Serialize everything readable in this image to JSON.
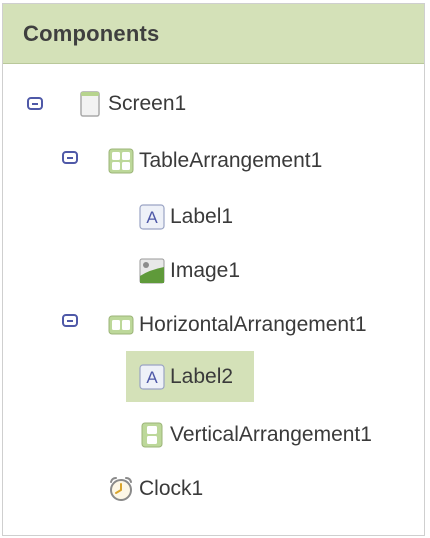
{
  "panel": {
    "title": "Components"
  },
  "tree": {
    "selected": "Label2",
    "nodes": [
      {
        "label": "Screen1",
        "icon": "screen-icon",
        "expanded": true
      },
      {
        "label": "TableArrangement1",
        "icon": "table-arrangement-icon",
        "expanded": true
      },
      {
        "label": "Label1",
        "icon": "label-icon"
      },
      {
        "label": "Image1",
        "icon": "image-icon"
      },
      {
        "label": "HorizontalArrangement1",
        "icon": "horizontal-arrangement-icon",
        "expanded": true
      },
      {
        "label": "Label2",
        "icon": "label-icon",
        "selected": true
      },
      {
        "label": "VerticalArrangement1",
        "icon": "vertical-arrangement-icon"
      },
      {
        "label": "Clock1",
        "icon": "clock-icon"
      }
    ]
  },
  "colors": {
    "header_bg": "#d4e1b8",
    "selection_bg": "#d4e1b8",
    "toggle": "#4f59a8",
    "text": "#3a3a3a"
  }
}
